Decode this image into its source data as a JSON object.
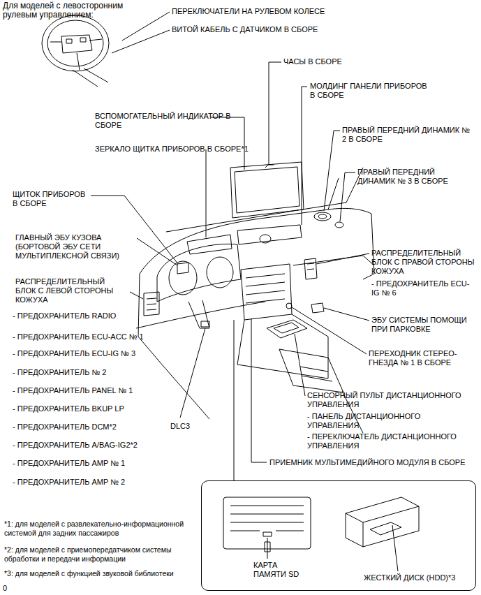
{
  "diagram": {
    "nodes": [
      {
        "text": [
          "КАРТА ПАМЯТИ SD",
          "ЖЕСТКИЙ ДИСК (HDD)*3"
        ]
      }
    ],
    "labels": [
      "Для моделей с левосторонним рулевым управлением:",
      "ПЕРЕКЛЮЧАТЕЛИ НА РУЛЕВОМ КОЛЕСЕ",
      "ВИТОЙ КАБЕЛЬ С ДАТЧИКОМ В СБОРЕ",
      "ЧАСЫ В СБОРЕ",
      "МОЛДИНГ ПАНЕЛИ ПРИБОРОВ В СБОРЕ",
      "ВСПОМОГАТЕЛЬНЫЙ ИНДИКАТОР В СБОРЕ",
      "ПРАВЫЙ ПЕРЕДНИЙ ДИНАМИК № 2 В СБОРЕ",
      "ЗЕРКАЛО ЩИТКА ПРИБОРОВ В СБОРЕ*1",
      "ПРАВЫЙ ПЕРЕДНИЙ ДИНАМИК № 3 В СБОРЕ",
      "ЩИТОК ПРИБОРОВ В СБОРЕ",
      "ГЛАВНЫЙ ЭБУ КУЗОВА (БОРТОВОЙ ЭБУ СЕТИ МУЛЬТИПЛЕКСНОЙ СВЯЗИ)",
      "РАСПРЕДЕЛИТЕЛЬНЫЙ БЛОК С ЛЕВОЙ СТОРОНЫ КОЖУХА",
      "- ПРЕДОХРАНИТЕЛЬ RADIO",
      "- ПРЕДОХРАНИТЕЛЬ ECU-ACC № 1",
      "- ПРЕДОХРАНИТЕЛЬ ECU-IG № 3",
      "- ПРЕДОХРАНИТЕЛЬ № 2",
      "- ПРЕДОХРАНИТЕЛЬ PANEL № 1",
      "- ПРЕДОХРАНИТЕЛЬ BKUP LP",
      "- ПРЕДОХРАНИТЕЛЬ DCM*2",
      "- ПРЕДОХРАНИТЕЛЬ A/BAG-IG2*2",
      "- ПРЕДОХРАНИТЕЛЬ AMP № 1",
      "- ПРЕДОХРАНИТЕЛЬ AMP № 2",
      "РАСПРЕДЕЛИТЕЛЬНЫЙ БЛОК С ПРАВОЙ СТОРОНЫ КОЖУХА",
      "- ПРЕДОХРАНИТЕЛЬ ECU-IG № 6",
      "ЭБУ СИСТЕМЫ ПОМОЩИ ПРИ ПАРКОВКЕ",
      "ПЕРЕХОДНИК СТЕРЕО-ГНЕЗДА № 1 В СБОРЕ",
      "СЕНСОРНЫЙ ПУЛЬТ ДИСТАНЦИОННОГО УПРАВЛЕНИЯ",
      "- ПАНЕЛЬ ДИСТАНЦИОННОГО УПРАВЛЕНИЯ",
      "- ПЕРЕКЛЮЧАТЕЛЬ ДИСТАНЦИОННОГО УПРАВЛЕНИЯ",
      "DLC3",
      "ПРИЕМНИК МУЛЬТИМЕДИЙНОГО МОДУЛЯ В СБОРЕ",
      "*1: для моделей с развлекательно-информационной системой для задних пассажиров",
      "*2: для моделей с приемопередатчиком системы обработки и передачи информации",
      "*3: для моделей с функцией звуковой библиотеки",
      "0"
    ]
  }
}
